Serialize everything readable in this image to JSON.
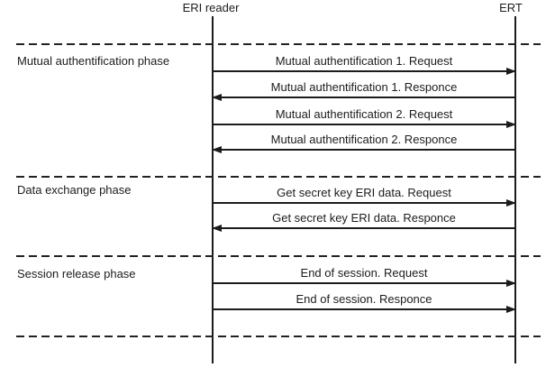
{
  "colors": {
    "line": "#1c1c1c",
    "background": "#ffffff"
  },
  "actors": [
    {
      "label": "ERI reader"
    },
    {
      "label": "ERT"
    }
  ],
  "phases": [
    {
      "label": "Mutual authentification phase"
    },
    {
      "label": "Data exchange phase"
    },
    {
      "label": "Session release phase"
    }
  ],
  "messages": [
    {
      "label": "Mutual authentification 1. Request",
      "from": "ERI reader",
      "to": "ERT",
      "direction": "right"
    },
    {
      "label": "Mutual authentification 1. Responce",
      "from": "ERT",
      "to": "ERI reader",
      "direction": "left"
    },
    {
      "label": "Mutual authentification 2. Request",
      "from": "ERI reader",
      "to": "ERT",
      "direction": "right"
    },
    {
      "label": "Mutual authentification 2. Responce",
      "from": "ERT",
      "to": "ERI reader",
      "direction": "left"
    },
    {
      "label": "Get secret key ERI data. Request",
      "from": "ERI reader",
      "to": "ERT",
      "direction": "right"
    },
    {
      "label": "Get secret key ERI data. Responce",
      "from": "ERT",
      "to": "ERI reader",
      "direction": "left"
    },
    {
      "label": "End of session. Request",
      "from": "ERI reader",
      "to": "ERT",
      "direction": "right"
    },
    {
      "label": "End of session. Responce",
      "from": "ERI reader",
      "to": "ERT",
      "direction": "right"
    }
  ]
}
